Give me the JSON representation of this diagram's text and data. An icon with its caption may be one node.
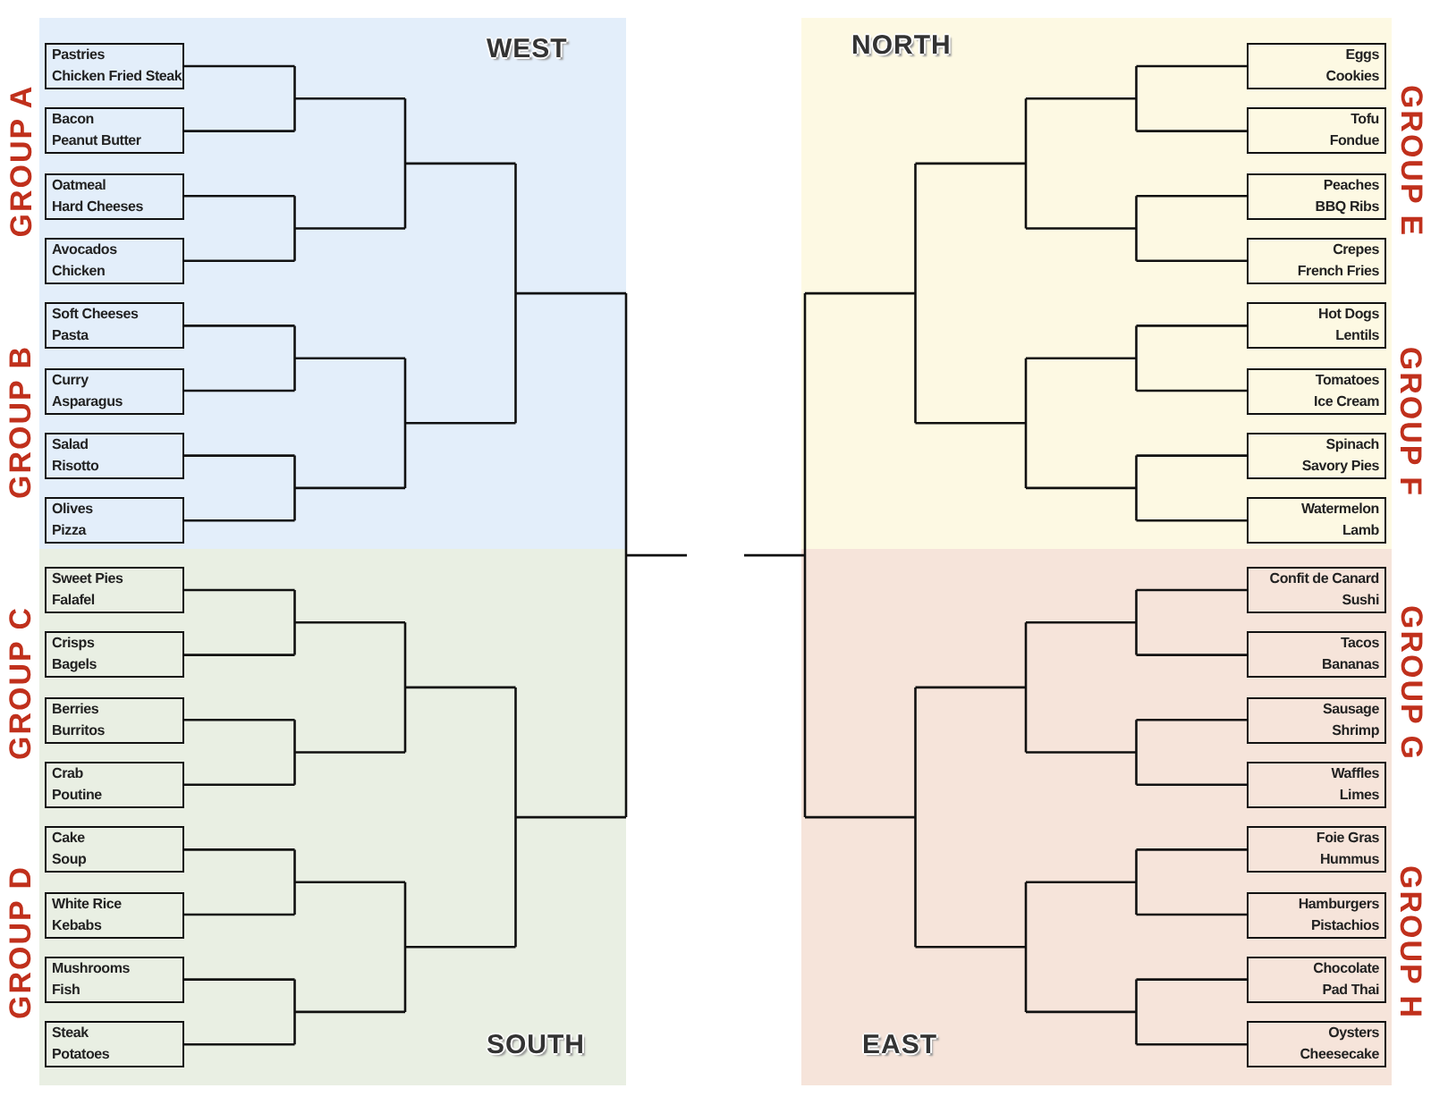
{
  "diagram": {
    "nodes": [
      {
        "text": [
          "WEST"
        ]
      },
      {
        "text": [
          "Pastries",
          "Chicken Fried Steak"
        ],
        "in": 0
      },
      {
        "text": [
          "Bacon",
          "Peanut Butter"
        ],
        "in": 0
      },
      {
        "text": [
          "Oatmeal",
          "Hard Cheeses"
        ],
        "in": 0
      },
      {
        "text": [
          "Avocados",
          "Chicken"
        ],
        "in": 0
      },
      {
        "text": [
          "Soft Cheeses",
          "Pasta"
        ],
        "in": 0
      },
      {
        "text": [
          "Curry",
          "Asparagus"
        ],
        "in": 0
      },
      {
        "text": [
          "Salad",
          "Risotto"
        ],
        "in": 0
      },
      {
        "text": [
          "Olives",
          "Pizza"
        ],
        "in": 0
      },
      {
        "text": [
          "SOUTH"
        ]
      },
      {
        "text": [
          "Sweet Pies",
          "Falafel"
        ],
        "in": 9
      },
      {
        "text": [
          "Crisps",
          "Bagels"
        ],
        "in": 9
      },
      {
        "text": [
          "Berries",
          "Burritos"
        ],
        "in": 9
      },
      {
        "text": [
          "Crab",
          "Poutine"
        ],
        "in": 9
      },
      {
        "text": [
          "Cake",
          "Soup"
        ],
        "in": 9
      },
      {
        "text": [
          "White Rice",
          "Kebabs"
        ],
        "in": 9
      },
      {
        "text": [
          "Mushrooms",
          "Fish"
        ],
        "in": 9
      },
      {
        "text": [
          "Steak",
          "Potatoes"
        ],
        "in": 9
      },
      {
        "text": [
          "NORTH"
        ]
      },
      {
        "text": [
          "Eggs",
          "Cookies"
        ],
        "in": 18
      },
      {
        "text": [
          "Tofu",
          "Fondue"
        ],
        "in": 18
      },
      {
        "text": [
          "Peaches",
          "BBQ Ribs"
        ],
        "in": 18
      },
      {
        "text": [
          "Crepes",
          "French Fries"
        ],
        "in": 18
      },
      {
        "text": [
          "Hot Dogs",
          "Lentils"
        ],
        "in": 18
      },
      {
        "text": [
          "Tomatoes",
          "Ice Cream"
        ],
        "in": 18
      },
      {
        "text": [
          "Spinach",
          "Savory Pies"
        ],
        "in": 18
      },
      {
        "text": [
          "Watermelon",
          "Lamb"
        ],
        "in": 18
      },
      {
        "text": [
          "EAST"
        ]
      },
      {
        "text": [
          "Confit de Canard",
          "Sushi"
        ],
        "in": 27
      },
      {
        "text": [
          "Tacos",
          "Bananas"
        ],
        "in": 27
      },
      {
        "text": [
          "Sausage",
          "Shrimp"
        ],
        "in": 27
      },
      {
        "text": [
          "Waffles",
          "Limes"
        ],
        "in": 27
      },
      {
        "text": [
          "Foie Gras",
          "Hummus"
        ],
        "in": 27
      },
      {
        "text": [
          "Hamburgers",
          "Pistachios"
        ],
        "in": 27
      },
      {
        "text": [
          "Chocolate",
          "Pad Thai"
        ],
        "in": 27
      },
      {
        "text": [
          "Oysters",
          "Cheesecake"
        ],
        "in": 27
      }
    ],
    "labels": [
      "GROUP A",
      "GROUP B",
      "GROUP C",
      "GROUP D",
      "GROUP E",
      "GROUP F",
      "GROUP G",
      "GROUP H"
    ]
  }
}
